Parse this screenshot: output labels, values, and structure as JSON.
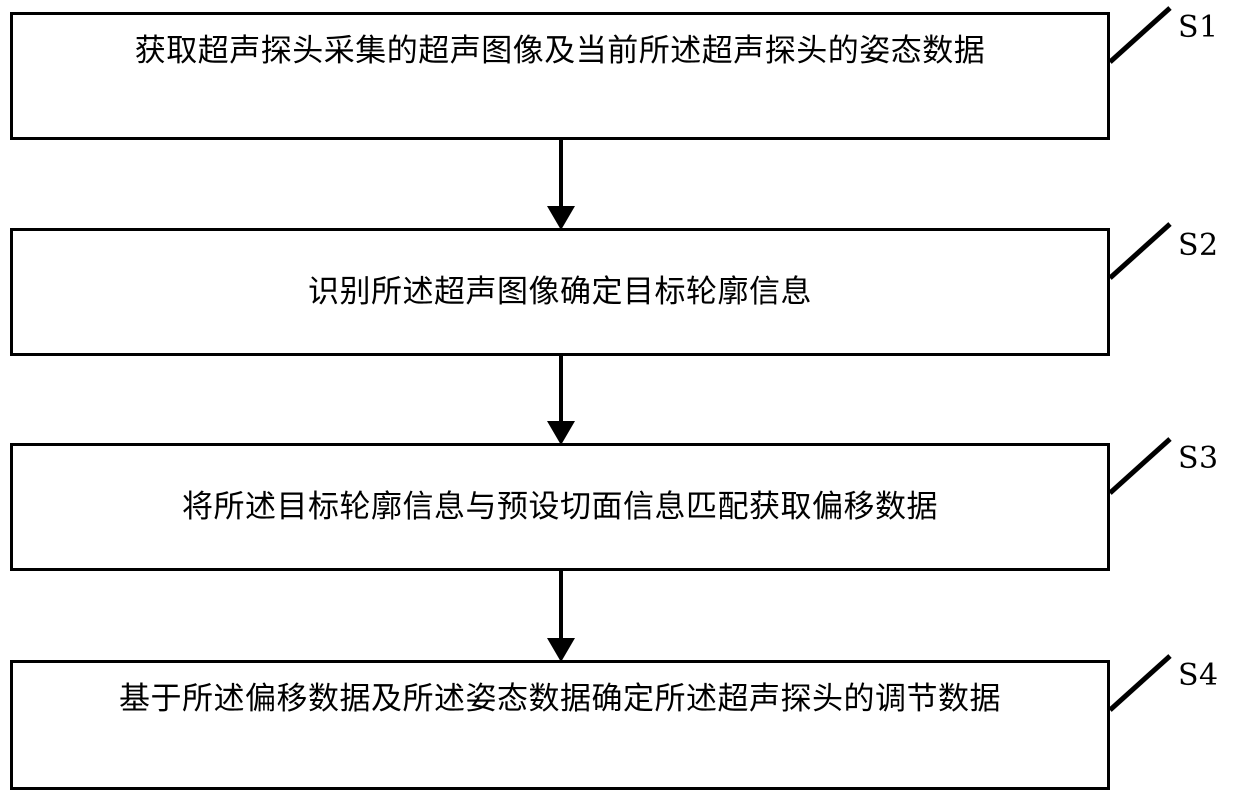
{
  "diagram": {
    "type": "flowchart",
    "orientation": "vertical",
    "background_color": "#ffffff",
    "line_color": "#000000",
    "text_color": "#000000",
    "steps": [
      {
        "id": "S1",
        "label": "S1",
        "text": "获取超声探头采集的超声图像及当前所述超声探头的姿态数据",
        "lines": [
          "获取超声探头采集的超声图像及当前所述超声探头的姿态",
          "数据"
        ]
      },
      {
        "id": "S2",
        "label": "S2",
        "text": "识别所述超声图像确定目标轮廓信息",
        "lines": [
          "识别所述超声图像确定目标轮廓信息"
        ]
      },
      {
        "id": "S3",
        "label": "S3",
        "text": "将所述目标轮廓信息与预设切面信息匹配获取偏移数据",
        "lines": [
          "将所述目标轮廓信息与预设切面信息匹配获取偏移数据"
        ]
      },
      {
        "id": "S4",
        "label": "S4",
        "text": "基于所述偏移数据及所述姿态数据确定所述超声探头的调节数据",
        "lines": [
          "基于所述偏移数据及所述姿态数据确定所述超声探头的调",
          "节数据"
        ]
      }
    ],
    "connectors": [
      {
        "from": "S1",
        "to": "S2",
        "style": "arrow-down"
      },
      {
        "from": "S2",
        "to": "S3",
        "style": "arrow-down"
      },
      {
        "from": "S3",
        "to": "S4",
        "style": "arrow-down"
      }
    ]
  }
}
